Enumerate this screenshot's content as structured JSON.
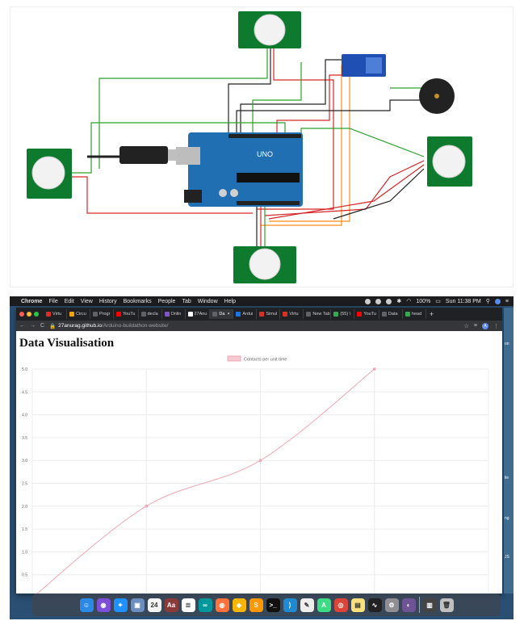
{
  "menubar": {
    "app": "Chrome",
    "menus": [
      "File",
      "Edit",
      "View",
      "History",
      "Bookmarks",
      "People",
      "Tab",
      "Window",
      "Help"
    ],
    "battery": "100%",
    "clock": "Sun 11:38 PM"
  },
  "tabs": [
    {
      "label": "Virtu",
      "color": "#d93025"
    },
    {
      "label": "Circu",
      "color": "#f0a30a"
    },
    {
      "label": "Progr",
      "color": "#5f6368"
    },
    {
      "label": "YouTu",
      "color": "#ff0000"
    },
    {
      "label": "decla",
      "color": "#5f6368"
    },
    {
      "label": "Onlin",
      "color": "#7e57c2"
    },
    {
      "label": "27Anu",
      "color": "#ffffff"
    },
    {
      "label": "Da",
      "color": "#5f6368"
    },
    {
      "label": "Ardui",
      "color": "#1a73e8"
    },
    {
      "label": "Simul",
      "color": "#d93025"
    },
    {
      "label": "Virtu",
      "color": "#d93025"
    },
    {
      "label": "New Tab",
      "color": "#5f6368"
    },
    {
      "label": "(55) \\",
      "color": "#34a853"
    },
    {
      "label": "YouTu",
      "color": "#ff0000"
    },
    {
      "label": "Data",
      "color": "#5f6368"
    },
    {
      "label": "head",
      "color": "#34a853"
    }
  ],
  "address": {
    "host": "27anurag.github.io",
    "path": "/Arduino-buildathon-website/"
  },
  "page": {
    "title": "Data Visualisation"
  },
  "chart_data": {
    "type": "line",
    "series": [
      {
        "name": "Contacts per unit time",
        "color": "#f0a7b4",
        "x": [
          0,
          1,
          2,
          3
        ],
        "values": [
          0.0,
          2.0,
          3.0,
          5.0
        ]
      }
    ],
    "y_ticks": [
      "5.0",
      "4.5",
      "4.0",
      "3.5",
      "3.0",
      "2.5",
      "2.0",
      "1.5",
      "1.0",
      "0.5"
    ],
    "ylim": [
      0,
      5
    ],
    "grid": true,
    "legend": "top-center"
  },
  "side_labels": [
    "on",
    "ile",
    "ng",
    "JS"
  ],
  "dock_icons": [
    {
      "name": "finder-icon",
      "color": "#2b8ae6",
      "glyph": "☺"
    },
    {
      "name": "siri-icon",
      "color": "#7d4fd9",
      "glyph": "◉"
    },
    {
      "name": "safari-icon",
      "color": "#1e90ff",
      "glyph": "✦"
    },
    {
      "name": "preview-icon",
      "color": "#6c8ebf",
      "glyph": "▣"
    },
    {
      "name": "calendar-icon",
      "color": "#f5f5f5",
      "glyph": "24"
    },
    {
      "name": "dictionary-icon",
      "color": "#8b3a3a",
      "glyph": "Aa"
    },
    {
      "name": "reminders-icon",
      "color": "#ffffff",
      "glyph": "≣"
    },
    {
      "name": "arduino-icon",
      "color": "#00979d",
      "glyph": "∞"
    },
    {
      "name": "firefox-icon",
      "color": "#ff7139",
      "glyph": "◍"
    },
    {
      "name": "sketch-icon",
      "color": "#f7b500",
      "glyph": "◆"
    },
    {
      "name": "sublime-icon",
      "color": "#ff9800",
      "glyph": "S"
    },
    {
      "name": "terminal-icon",
      "color": "#111111",
      "glyph": ">_"
    },
    {
      "name": "vscode-icon",
      "color": "#1f8ad2",
      "glyph": "⟩"
    },
    {
      "name": "textedit-icon",
      "color": "#eeeeee",
      "glyph": "✎"
    },
    {
      "name": "android-studio-icon",
      "color": "#3ddc84",
      "glyph": "A"
    },
    {
      "name": "chrome-icon",
      "color": "#db4437",
      "glyph": "◎"
    },
    {
      "name": "notes-icon",
      "color": "#fbe17b",
      "glyph": "▤"
    },
    {
      "name": "activity-monitor-icon",
      "color": "#222222",
      "glyph": "∿"
    },
    {
      "name": "system-prefs-icon",
      "color": "#8e8e93",
      "glyph": "⚙"
    },
    {
      "name": "github-icon",
      "color": "#6e5494",
      "glyph": "◐"
    },
    {
      "name": "downloads-icon",
      "color": "#444444",
      "glyph": "▥"
    },
    {
      "name": "trash-icon",
      "color": "#c0c0c0",
      "glyph": "🗑"
    }
  ],
  "circuit_colors": {
    "board": "#1f6fb2",
    "sensor_pcb": "#0d7a2e",
    "wire_red": "#d62728",
    "wire_green": "#2ca02c",
    "wire_black": "#222222",
    "wire_orange": "#ff8c1a"
  }
}
